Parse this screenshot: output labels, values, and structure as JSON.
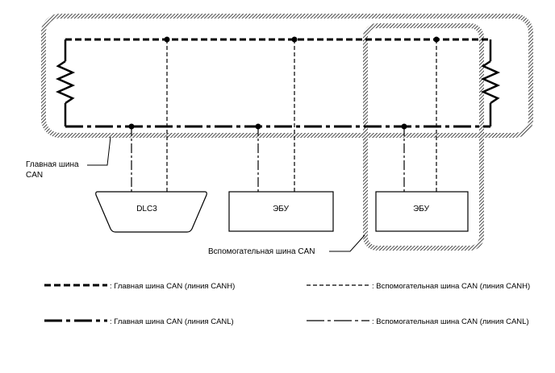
{
  "labels": {
    "main_bus_line1": "Главная шина",
    "main_bus_line2": "CAN",
    "dlc3": "DLC3",
    "ecu_1": "ЭБУ",
    "ecu_2": "ЭБУ",
    "sub_bus": "Вспомогательная шина CAN"
  },
  "legend": {
    "main_canh": ": Главная шина CAN (линия CANH)",
    "main_canl": ": Главная шина CAN (линия CANL)",
    "sub_canh": ": Вспомогательная шина CAN (линия CANH)",
    "sub_canl": ": Вспомогательная шина CAN (линия CANL)"
  }
}
